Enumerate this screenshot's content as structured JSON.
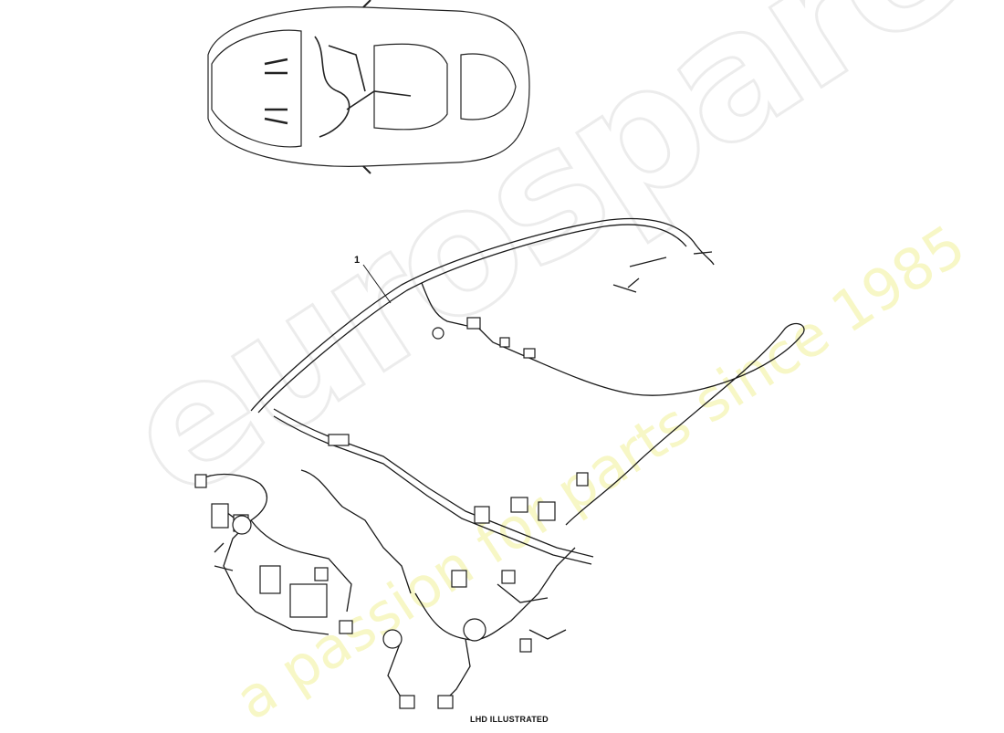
{
  "diagram": {
    "callouts": [
      {
        "label": "1"
      }
    ],
    "caption": "LHD ILLUSTRATED"
  },
  "watermark": {
    "logo": "eurospares",
    "tagline": "a passion for parts since 1985",
    "logo_color": "#c8c8c8",
    "tagline_color": "#e6e680"
  },
  "colors": {
    "line": "#1a1a1a",
    "background": "#ffffff"
  }
}
